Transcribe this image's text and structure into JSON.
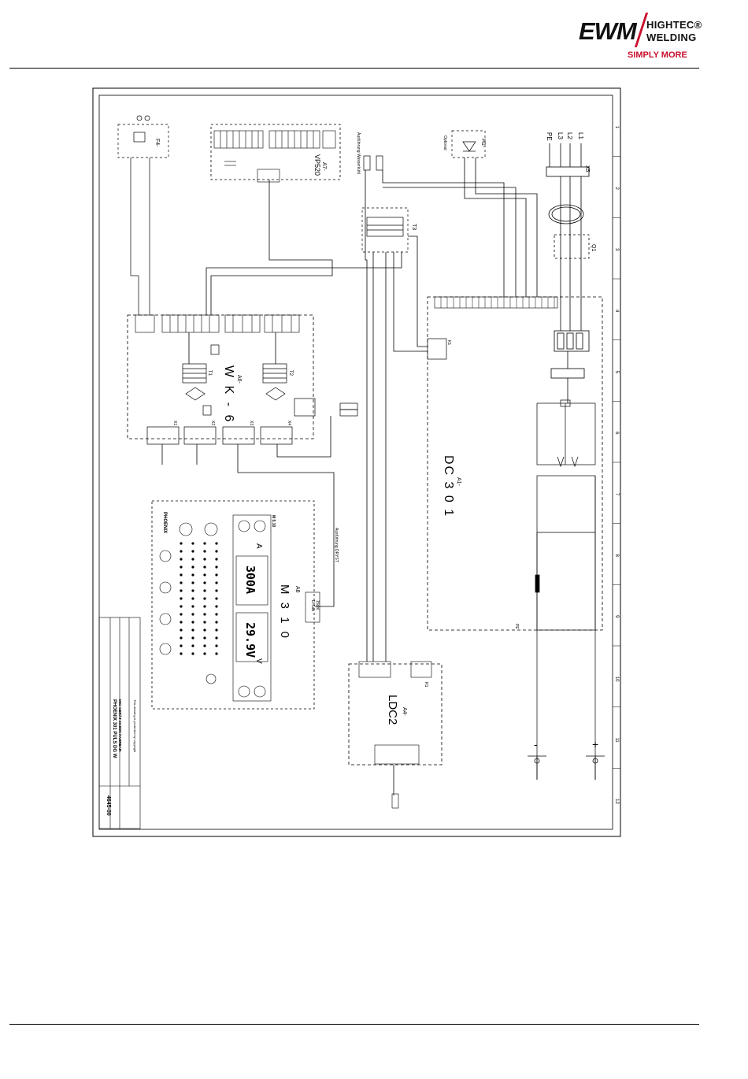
{
  "logo": {
    "brand": "EWM",
    "line1": "HIGHTEC®",
    "line2": "WELDING",
    "tagline": "SIMPLY MORE"
  },
  "modules": {
    "dc301": {
      "ref": "A1-",
      "name": "DC 3 0 1"
    },
    "wk6": {
      "ref": "A6-",
      "name": "W K - 6"
    },
    "m310": {
      "ref": "A8",
      "name": "M 3 1 0"
    },
    "ldc2": {
      "ref": "A4-",
      "name": "LDC2"
    },
    "vp520": {
      "ref": "A7-",
      "name": "VP520"
    }
  },
  "display": {
    "amps": "300A",
    "volts": "29.9V",
    "a_label": "A",
    "v_label": "V",
    "brand": "PHOENIX",
    "m_label": "M 5.10"
  },
  "labels": {
    "t3": "T3",
    "t1": "T1",
    "t2": "T2",
    "x5": "X5",
    "q1": "Q1",
    "f4": "F4-",
    "h1": "H1-",
    "optional": "Optional",
    "dsub": "D-Sub",
    "dsub2": "15pol.",
    "ausf_dryst": "Ausführung DRYST",
    "ausf_wasser": "Ausführung Wasserkühl",
    "mains": [
      "L1",
      "L2",
      "L3",
      "PE"
    ],
    "plus": "+",
    "minus": "-",
    "x1": "X1",
    "x2": "X2",
    "x3": "X3",
    "x4": "X4",
    "k1": "K1",
    "r1": "R1",
    "pe": "PE"
  },
  "grid": [
    "1",
    "2",
    "3",
    "4",
    "5",
    "6",
    "7",
    "8",
    "9",
    "10",
    "11",
    "12"
  ],
  "title_block": {
    "product": "PHOENIX 301 PULS DG W",
    "subtitle": "MIG-GERÄT 3X400V FAHRBAR",
    "number": "4645-00",
    "note": "This drawing is protected by copyright"
  }
}
